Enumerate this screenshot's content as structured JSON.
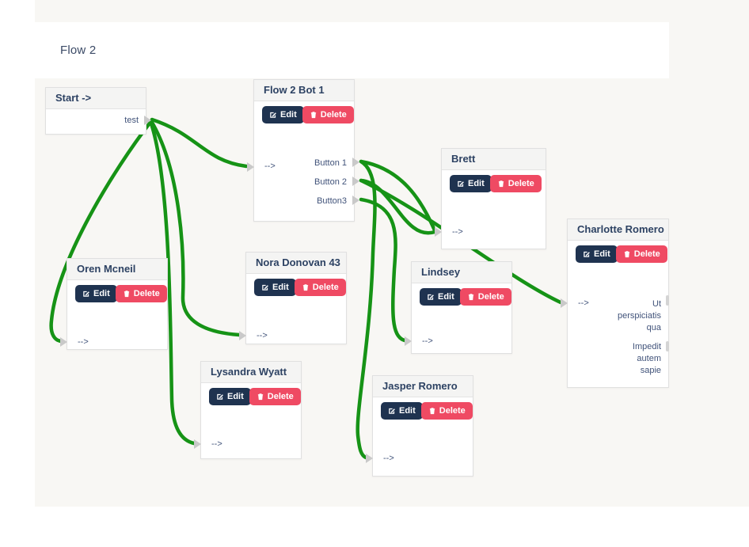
{
  "page": {
    "title": "Flow 2"
  },
  "colors": {
    "accent_navy": "#1f3350",
    "accent_pink": "#ef4a63",
    "wire_green": "#169316",
    "canvas_bg": "#f8f7f4"
  },
  "buttons": {
    "edit": "Edit",
    "delete": "Delete"
  },
  "io_arrow": "-->",
  "nodes": [
    {
      "id": "start",
      "title": "Start ->",
      "outputs": [
        {
          "label": "test"
        }
      ]
    },
    {
      "id": "flow2bot1",
      "title": "Flow 2 Bot 1",
      "input": "-->",
      "outputs": [
        {
          "label": "Button 1"
        },
        {
          "label": "Button 2"
        },
        {
          "label": "Button3"
        }
      ]
    },
    {
      "id": "brett",
      "title": "Brett",
      "input": "-->"
    },
    {
      "id": "charlotte",
      "title": "Charlotte Romero",
      "input": "-->",
      "messages": [
        {
          "lines": [
            "Ut",
            "perspiciatis",
            "qua"
          ]
        },
        {
          "lines": [
            "Impedit",
            "autem",
            "sapie"
          ]
        }
      ]
    },
    {
      "id": "oren",
      "title": "Oren Mcneil",
      "input": "-->"
    },
    {
      "id": "nora",
      "title": "Nora Donovan 43",
      "input": "-->"
    },
    {
      "id": "lindsey",
      "title": "Lindsey",
      "input": "-->"
    },
    {
      "id": "lysandra",
      "title": "Lysandra Wyatt",
      "input": "-->"
    },
    {
      "id": "jasper",
      "title": "Jasper Romero",
      "input": "-->"
    }
  ],
  "connections": [
    {
      "from": "start.test",
      "to": "flow2bot1.input"
    },
    {
      "from": "start.test",
      "to": "oren.input"
    },
    {
      "from": "start.test",
      "to": "nora.input"
    },
    {
      "from": "start.test",
      "to": "lysandra.input"
    },
    {
      "from": "flow2bot1.button1",
      "to": "brett.input"
    },
    {
      "from": "flow2bot1.button2",
      "to": "brett.input"
    },
    {
      "from": "flow2bot1.button2",
      "to": "charlotte.input"
    },
    {
      "from": "flow2bot1.button3",
      "to": "lindsey.input"
    },
    {
      "from": "flow2bot1.button1",
      "to": "jasper.input"
    }
  ]
}
